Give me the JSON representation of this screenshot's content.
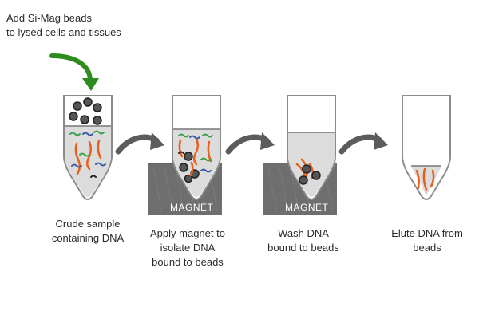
{
  "intro": {
    "text": "Add Si-Mag beads\nto lysed cells and tissues",
    "arrow_color": "#2e8b1e"
  },
  "colors": {
    "tube_outline": "#8c8c8c",
    "liquid": "#dcdcdc",
    "bead": "#555555",
    "dna": "#e8601c",
    "debris_green": "#3aa14a",
    "debris_blue": "#3a5aa8",
    "magnet": "#6e6e6e",
    "step_arrow": "#5c5c5c"
  },
  "steps": [
    {
      "caption": "Crude sample\ncontaining DNA",
      "has_magnet": false,
      "beads": "floating",
      "dna": "dispersed",
      "debris": true
    },
    {
      "caption": "Apply magnet to\nisolate DNA\nbound to beads",
      "has_magnet": true,
      "magnet_label": "MAGNET",
      "beads": "bound",
      "dna": "dispersed",
      "debris": true
    },
    {
      "caption": "Wash DNA\nbound to beads",
      "has_magnet": true,
      "magnet_label": "MAGNET",
      "beads": "bound",
      "dna": "bound",
      "debris": false
    },
    {
      "caption": "Elute DNA from\nbeads",
      "has_magnet": false,
      "beads": "none",
      "dna": "eluted",
      "debris": false
    }
  ]
}
